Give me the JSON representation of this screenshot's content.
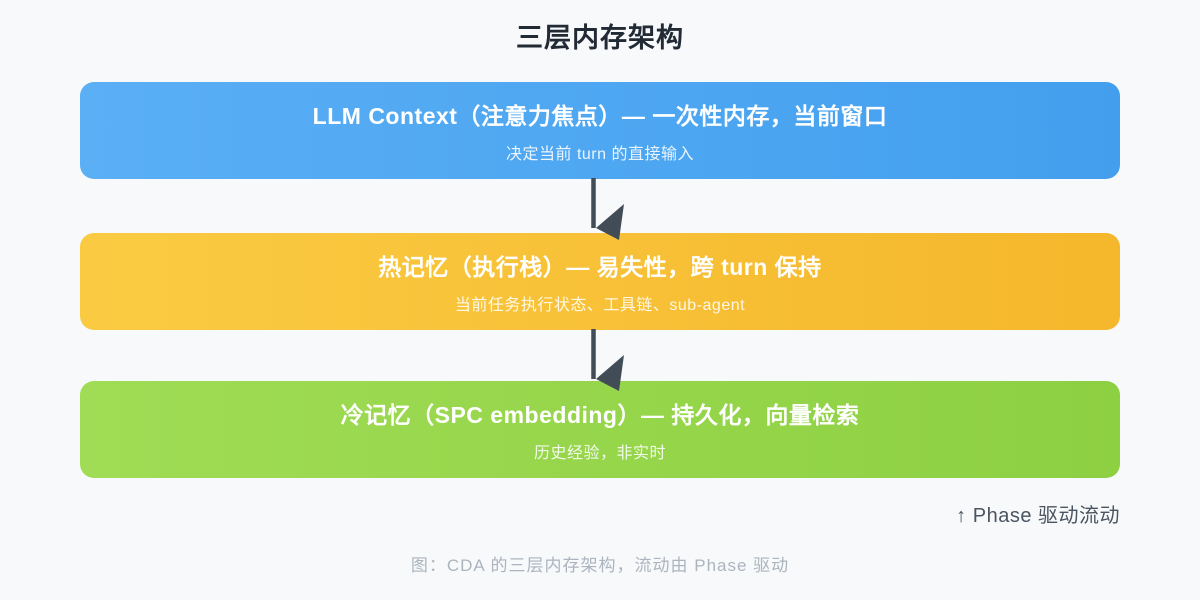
{
  "page": {
    "title": "三层内存架构",
    "background": "#F7F9FB"
  },
  "layers": [
    {
      "id": "llm-context",
      "title": "LLM Context（注意力焦点）— 一次性内存，当前窗口",
      "subtitle": "决定当前 turn 的直接输入",
      "color_start": "#5AAFF5",
      "color_end": "#439FEE"
    },
    {
      "id": "hot-memory",
      "title": "热记忆（执行栈）— 易失性，跨 turn 保持",
      "subtitle": "当前任务执行状态、工具链、sub-agent",
      "color_start": "#FACB42",
      "color_end": "#F5B72C"
    },
    {
      "id": "cold-memory",
      "title": "冷记忆（SPC embedding）— 持久化，向量检索",
      "subtitle": "历史经验，非实时",
      "color_start": "#A0DC55",
      "color_end": "#8DD042"
    }
  ],
  "flow_note": "↑ Phase 驱动流动",
  "caption": "图：CDA 的三层内存架构，流动由 Phase 驱动",
  "arrow_color": "#414C57"
}
